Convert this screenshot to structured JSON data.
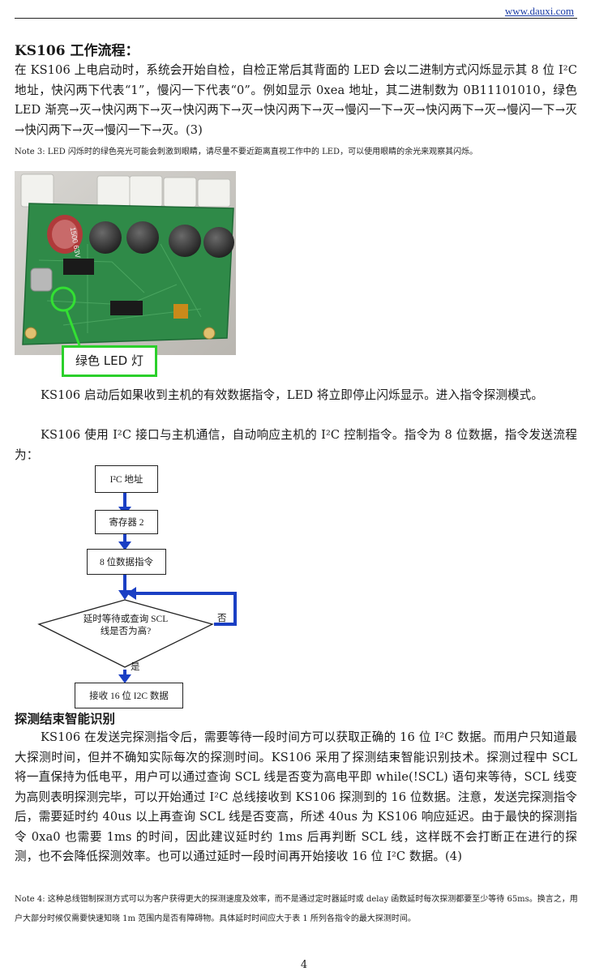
{
  "header": {
    "site_link": "www.dauxi.com"
  },
  "section1": {
    "title": "KS106 工作流程：",
    "para": "在 KS106 上电启动时，系统会开始自检，自检正常后其背面的 LED 会以二进制方式闪烁显示其 8 位 I²C 地址，快闪两下代表“1”，慢闪一下代表“0”。例如显示 0xea 地址，其二进制数为 0B11101010，绿色 LED 渐亮→灭→快闪两下→灭→快闪两下→灭→快闪两下→灭→慢闪一下→灭→快闪两下→灭→慢闪一下→灭→快闪两下→灭→慢闪一下→灭。(3)",
    "note3": "Note 3: LED 闪烁时的绿色亮光可能会刺激到眼睛，请尽量不要近距离直视工作中的 LED，可以使用眼睛的余光来观察其闪烁。"
  },
  "photo": {
    "caption": "绿色 LED 灯",
    "capacitor_text": "1 5 0 0 6 3 V"
  },
  "section2": {
    "para1": "KS106 启动后如果收到主机的有效数据指令，LED 将立即停止闪烁显示。进入指令探测模式。",
    "para2": "KS106 使用 I²C 接口与主机通信，自动响应主机的 I²C 控制指令。指令为 8 位数据，指令发送流程为："
  },
  "flowchart": {
    "step1": "I²C 地址",
    "step2": "寄存器 2",
    "step3": "8 位数据指令",
    "decision": "延时等待或查询 SCL 线是否为高?",
    "no_label": "否",
    "yes_label": "是",
    "step4": "接收 16 位 I2C 数据"
  },
  "section3": {
    "title": "探测结束智能识别",
    "para": "KS106 在发送完探测指令后，需要等待一段时间方可以获取正确的 16 位 I²C 数据。而用户只知道最大探测时间，但并不确知实际每次的探测时间。KS106 采用了探测结束智能识别技术。探测过程中 SCL 将一直保持为低电平，用户可以通过查询 SCL 线是否变为高电平即 while(!SCL) 语句来等待，SCL 线变为高则表明探测完毕，可以开始通过 I²C 总线接收到 KS106 探测到的 16 位数据。注意，发送完探测指令后，需要延时约 40us 以上再查询 SCL 线是否变高，所述 40us 为 KS106 响应延迟。由于最快的探测指令 0xa0 也需要 1ms 的时间，因此建议延时约 1ms 后再判断 SCL 线，这样既不会打断正在进行的探测，也不会降低探测效率。也可以通过延时一段时间再开始接收 16 位 I²C 数据。(4)",
    "note4": "Note 4: 这种总线钳制探测方式可以为客户获得更大的探测速度及效率，而不是通过定时器延时或 delay 函数延时每次探测都要至少等待 65ms。换言之，用户大部分时候仅需要快速知晓 1m 范围内是否有障碍物。具体延时时间应大于表 1 所列各指令的最大探测时间。"
  },
  "footer": {
    "page_number": "4"
  }
}
